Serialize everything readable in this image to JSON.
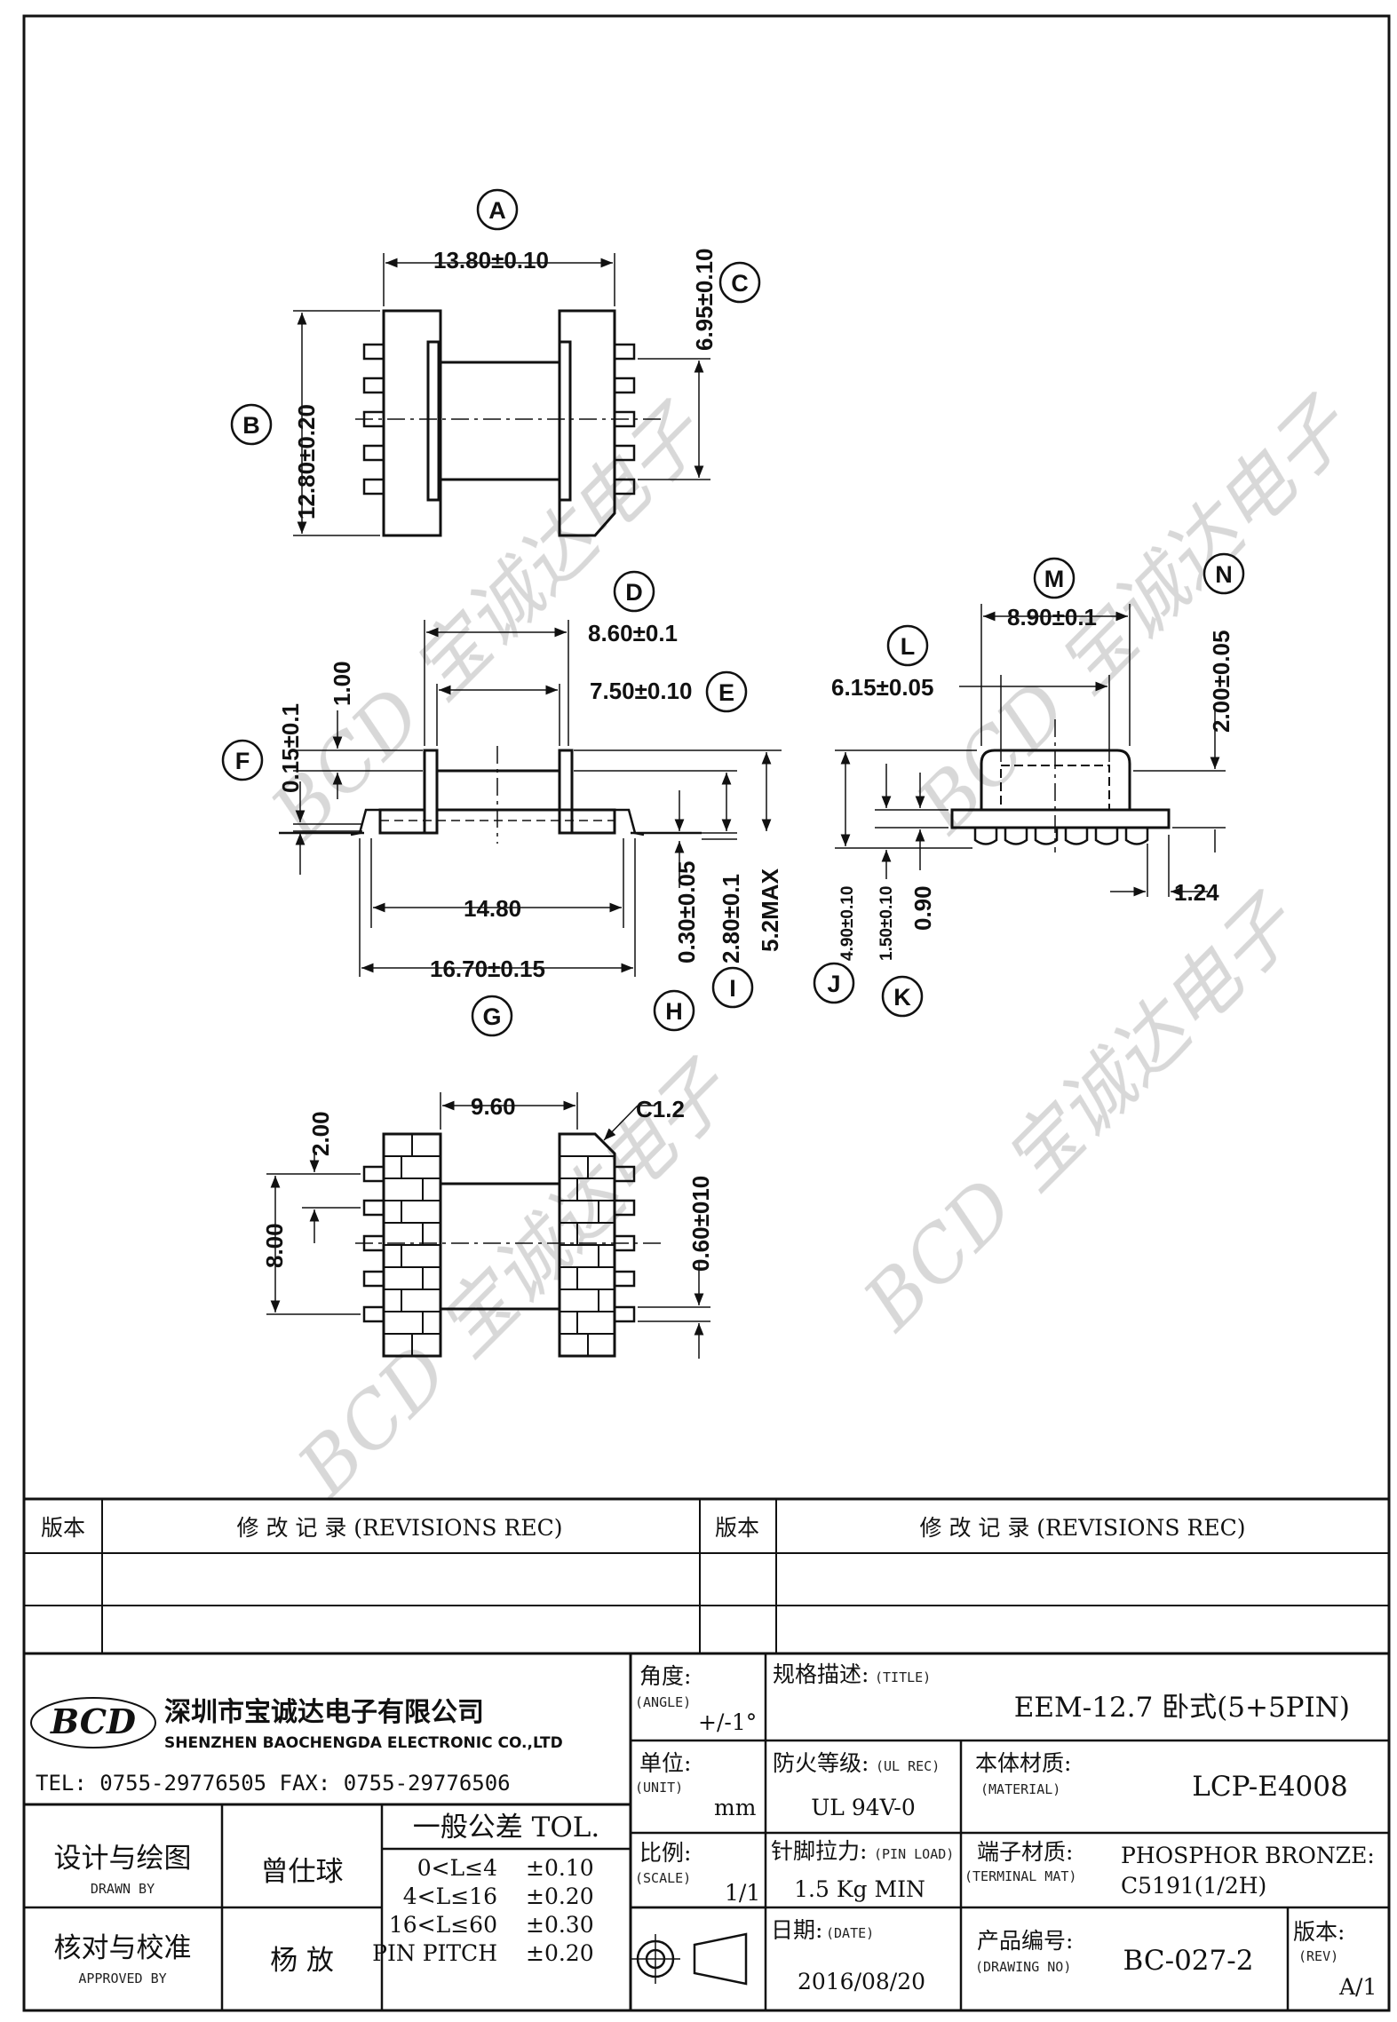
{
  "labels": {
    "A": "A",
    "B": "B",
    "C": "C",
    "D": "D",
    "E": "E",
    "F": "F",
    "G": "G",
    "H": "H",
    "I": "I",
    "J": "J",
    "K": "K",
    "L": "L",
    "M": "M",
    "N": "N"
  },
  "dims": {
    "a": "13.80±0.10",
    "b": "12.80±0.20",
    "c": "6.95±0.10",
    "d": "8.60±0.1",
    "e": "7.50±0.10",
    "f": "0.15±0.1",
    "f_top": "1.00",
    "g": "16.70±0.15",
    "g_inner": "14.80",
    "h": "0.30±0.05",
    "i": "2.80±0.1",
    "i_max": "5.2MAX",
    "j": "4.90±0.10",
    "k": "1.50±0.10",
    "k2": "0.90",
    "l": "6.15±0.05",
    "m": "8.90±0.1",
    "n": "2.00±0.05",
    "n2": "1.24",
    "bot_w": "9.60",
    "bot_c": "C1.2",
    "bot_p": "2.00",
    "bot_h": "8.00",
    "bot_pin": "0.60±010"
  },
  "watermark": "BCD 宝诚达电子",
  "revision_table": {
    "left_header_ver": "版本",
    "left_header_rec": "修 改 记 录 (REVISIONS REC)",
    "right_header_ver": "版本",
    "right_header_rec": "修 改 记 录 (REVISIONS REC)"
  },
  "company": {
    "logo": "BCD",
    "name_cn": "深圳市宝诚达电子有限公司",
    "name_en": "SHENZHEN BAOCHENGDA ELECTRONIC CO.,LTD",
    "tel": "TEL: 0755-29776505  FAX: 0755-29776506"
  },
  "title_block": {
    "angle_label": "角度:",
    "angle_en": "(ANGLE)",
    "angle_val": "+/-1°",
    "unit_label": "单位:",
    "unit_en": "(UNIT)",
    "unit_val": "mm",
    "scale_label": "比例:",
    "scale_en": "(SCALE)",
    "scale_val": "1/1",
    "title_label": "规格描述:",
    "title_en": "(TITLE)",
    "title_val": "EEM-12.7 卧式(5+5PIN)",
    "ul_label": "防火等级:",
    "ul_en": "(UL REC)",
    "ul_val": "UL 94V-0",
    "mat_label": "本体材质:",
    "mat_en": "(MATERIAL)",
    "mat_val": "LCP-E4008",
    "pin_label": "针脚拉力:",
    "pin_en": "(PIN LOAD)",
    "pin_val": "1.5 Kg MIN",
    "term_label": "端子材质:",
    "term_en": "(TERMINAL MAT)",
    "term_val1": "PHOSPHOR BRONZE:",
    "term_val2": "C5191(1/2H)",
    "date_label": "日期:",
    "date_en": "(DATE)",
    "date_val": "2016/08/20",
    "dwg_label": "产品编号:",
    "dwg_en": "(DRAWING NO)",
    "dwg_val": "BC-027-2",
    "rev_label": "版本:",
    "rev_en": "(REV)",
    "rev_val": "A/1",
    "drawn_label": "设计与绘图",
    "drawn_en": "DRAWN BY",
    "drawn_val": "曾仕球",
    "approved_label": "核对与校准",
    "approved_en": "APPROVED BY",
    "approved_val": "杨 放",
    "tol_title": "一般公差 TOL.",
    "tol_rows": [
      {
        "range": "0<L≤4",
        "val": "±0.10"
      },
      {
        "range": "4<L≤16",
        "val": "±0.20"
      },
      {
        "range": "16<L≤60",
        "val": "±0.30"
      },
      {
        "range": "PIN PITCH",
        "val": "±0.20"
      }
    ]
  }
}
